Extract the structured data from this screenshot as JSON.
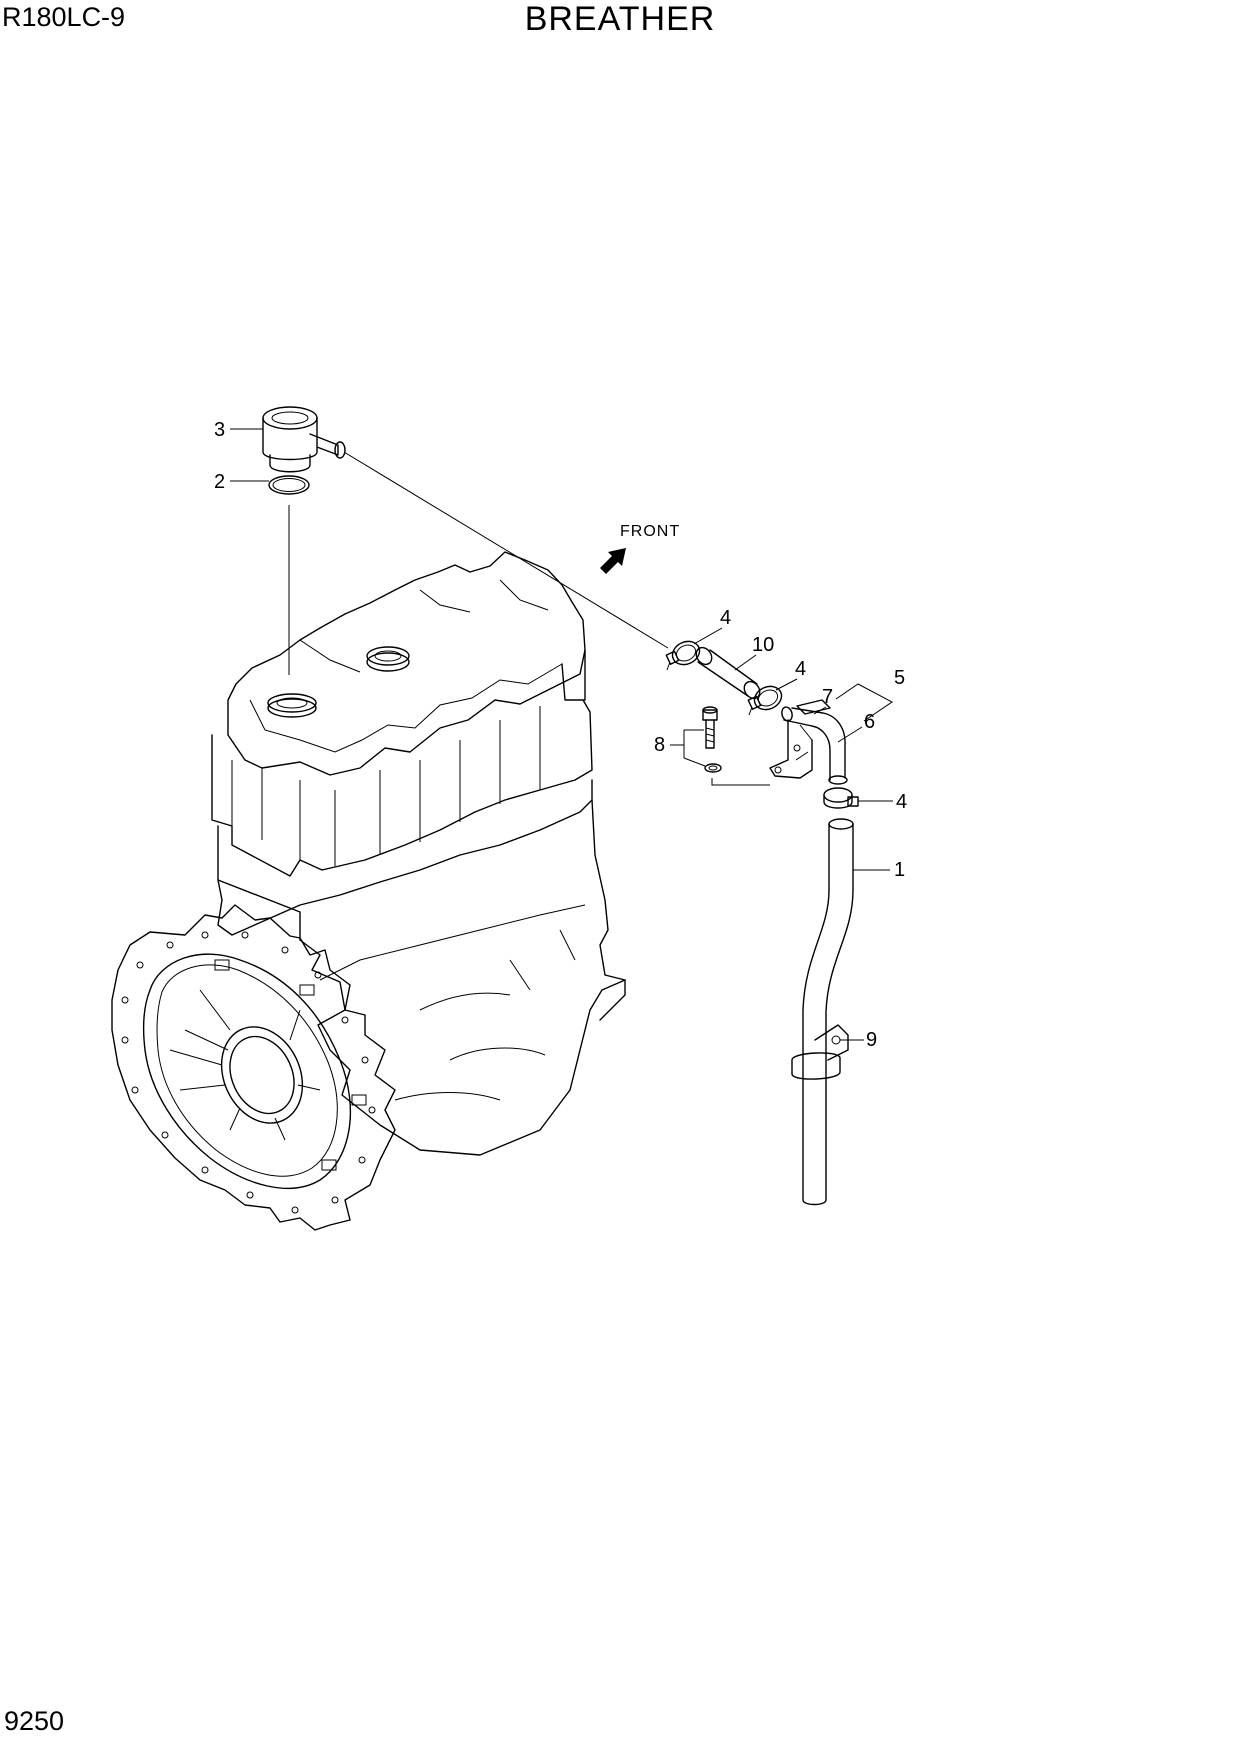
{
  "header": {
    "model": "R180LC-9",
    "title": "BREATHER"
  },
  "footer": {
    "page_number": "9250"
  },
  "direction_label": "FRONT",
  "callouts": [
    "1",
    "2",
    "3",
    "4",
    "4",
    "4",
    "5",
    "6",
    "7",
    "8",
    "9",
    "10"
  ]
}
